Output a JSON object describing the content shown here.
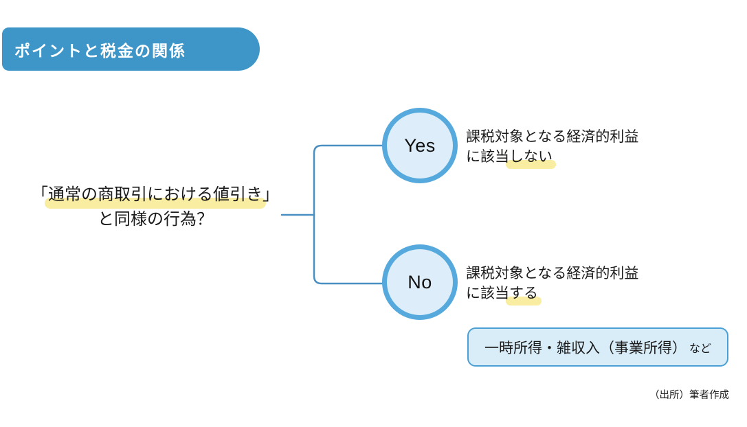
{
  "banner": {
    "label": "ポイントと税金の関係"
  },
  "question": {
    "line1_prefix": "「",
    "line1_highlight": "通常の商取引における値引き",
    "line1_suffix": "」",
    "line2": "と同様の行為？"
  },
  "branches": {
    "yes": {
      "node_label": "Yes",
      "result_line1": "課税対象となる経済的利益",
      "result_line2_prefix": "に該当",
      "result_line2_highlight": "しない"
    },
    "no": {
      "node_label": "No",
      "result_line1": "課税対象となる経済的利益",
      "result_line2_prefix": "に該当",
      "result_line2_highlight": "する"
    }
  },
  "income_box": {
    "main": "一時所得・雑収入（事業所得）",
    "suffix": "など"
  },
  "source_note": "（出所）筆者作成",
  "colors": {
    "banner_blue": "#3e95c8",
    "connector_blue": "#4a8fc2",
    "node_border_blue": "#55a9dc",
    "node_fill_blue": "#ddeefa",
    "highlight_yellow": "#f8eda1",
    "box_border_blue": "#4a9fd4",
    "box_fill_blue": "#d9edf9",
    "text_dark": "#1a1a1a"
  }
}
